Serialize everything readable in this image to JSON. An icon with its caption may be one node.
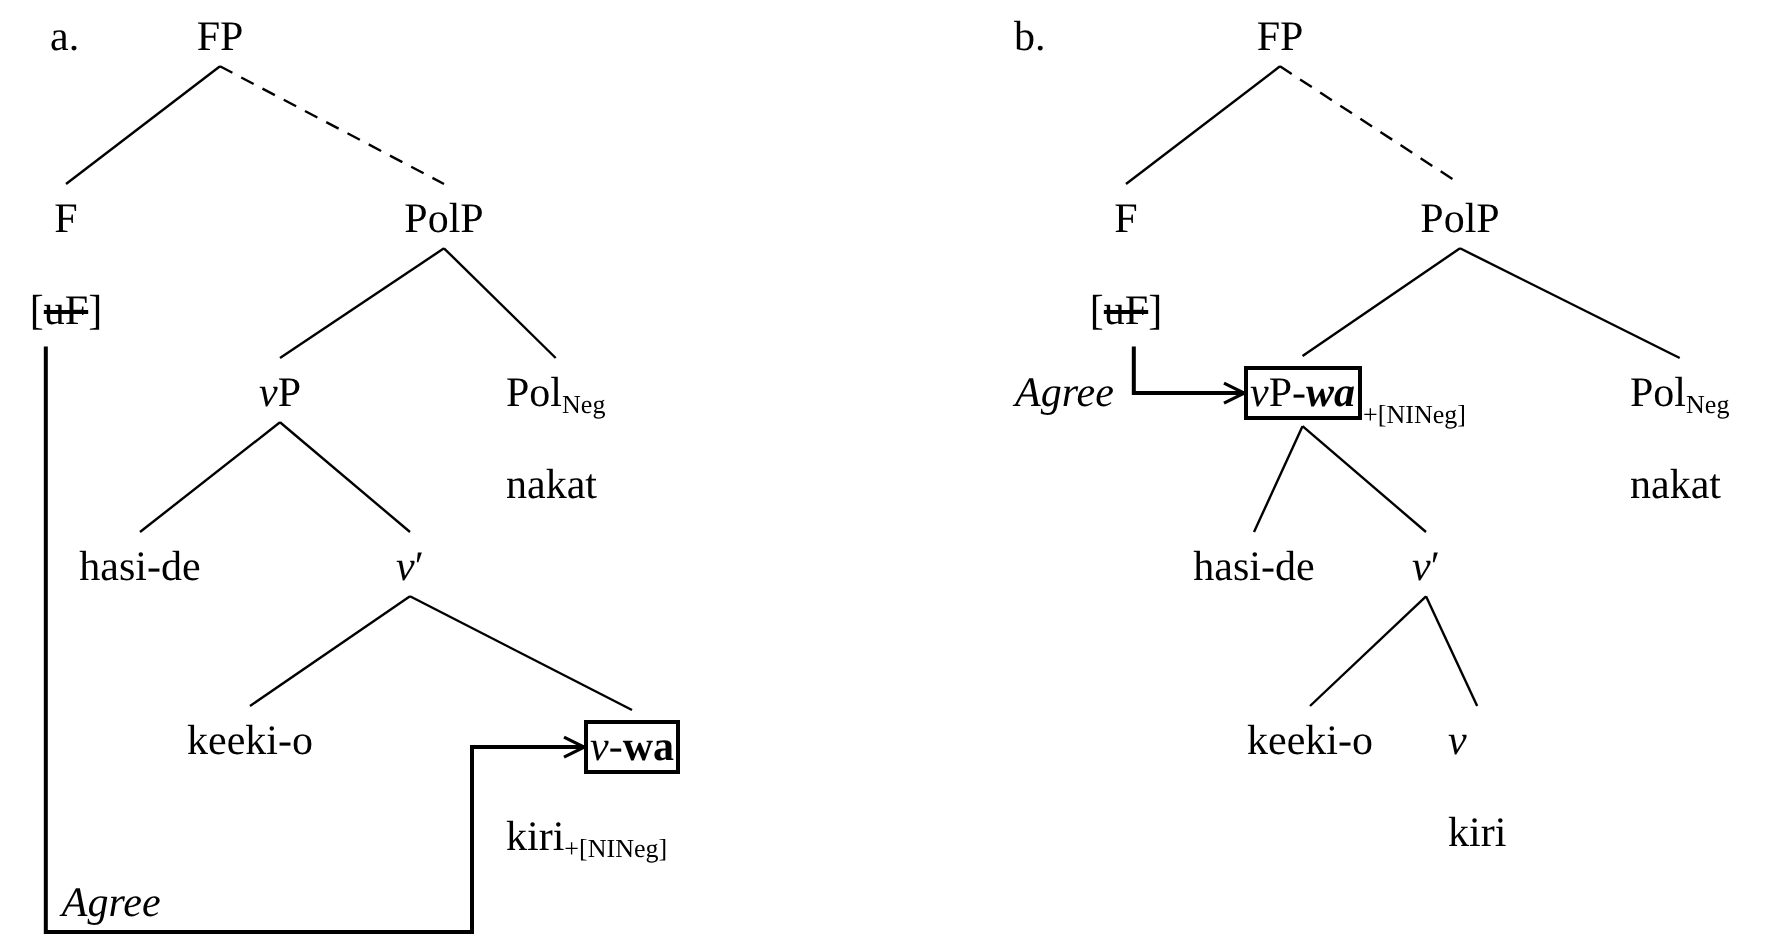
{
  "diagram": {
    "nodes": [
      {
        "text": [
          "FP"
        ]
      },
      {
        "text": [
          "F",
          "[uF]"
        ]
      },
      {
        "text": [
          "PolP"
        ]
      },
      {
        "text": [
          "vP"
        ]
      },
      {
        "text": [
          "Pol$_{Neg}$",
          "nakat"
        ]
      },
      {
        "text": [
          "hasi-de"
        ]
      },
      {
        "text": [
          "*v*′"
        ]
      },
      {
        "text": [
          "*v*-**wa**"
        ],
        "beside": [
          "kiri$_{+[NINeg]}$"
        ]
      },
      {
        "text": [
          "keeki-o"
        ]
      },
      {
        "text": [
          "FP"
        ]
      },
      {
        "text": [
          "F",
          "[uF]"
        ]
      },
      {
        "text": [
          "PolP"
        ]
      },
      {
        "text": [
          "vP-**wa**"
        ],
        "beside": [
          "$_{+[NINeg]}$"
        ]
      },
      {
        "text": [
          "Pol$_{Neg}$",
          "nakat"
        ]
      },
      {
        "text": [
          "hasi-de"
        ]
      },
      {
        "text": [
          "*v*′"
        ]
      },
      {
        "text": [
          "keeki-o"
        ]
      },
      {
        "text": [
          "v",
          "kiri"
        ]
      }
    ],
    "edges": [
      {
        "from": 0,
        "to": 1,
        "arrow": "none"
      },
      {
        "from": 0,
        "to": 2,
        "arrow": "none",
        "style": "dashed"
      },
      {
        "from": 2,
        "to": 3,
        "arrow": "none"
      },
      {
        "from": 2,
        "to": 4,
        "arrow": "none"
      },
      {
        "from": 3,
        "to": 5,
        "arrow": "none"
      },
      {
        "from": 3,
        "to": 6,
        "arrow": "none"
      },
      {
        "from": 6,
        "to": 8,
        "arrow": "none"
      },
      {
        "from": 6,
        "to": 7,
        "arrow": "none"
      },
      {
        "from": 1,
        "to": 7,
        "arrow": "to",
        "label": "Agree"
      },
      {
        "from": 9,
        "to": 10,
        "arrow": "none"
      },
      {
        "from": 9,
        "to": 11,
        "arrow": "none",
        "style": "dashed"
      },
      {
        "from": 11,
        "to": 12,
        "arrow": "none"
      },
      {
        "from": 11,
        "to": 13,
        "arrow": "none"
      },
      {
        "from": 12,
        "to": 14,
        "arrow": "none"
      },
      {
        "from": 12,
        "to": 15,
        "arrow": "none"
      },
      {
        "from": 15,
        "to": 16,
        "arrow": "none"
      },
      {
        "from": 15,
        "to": 17,
        "arrow": "none"
      },
      {
        "from": 10,
        "to": 12,
        "arrow": "to",
        "label": "Agree"
      }
    ],
    "labels": [
      "a.",
      "b."
    ]
  }
}
